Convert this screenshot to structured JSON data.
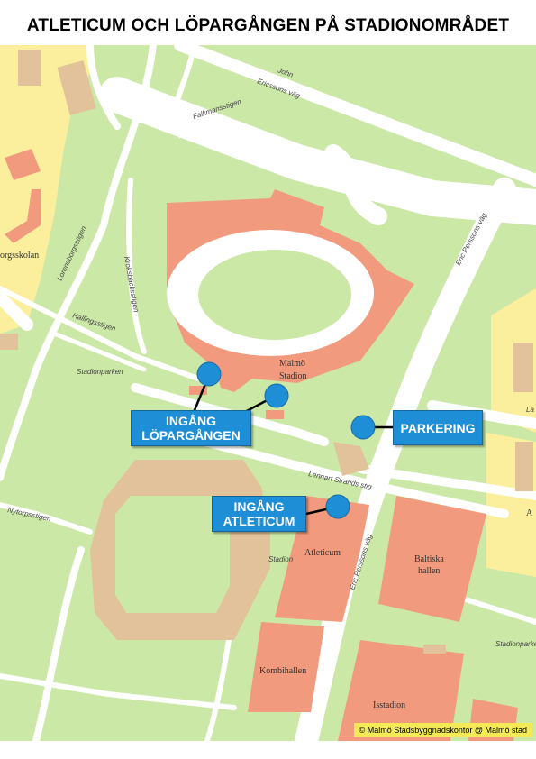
{
  "title": "ATLETICUM OCH LÖPARGÅNGEN PÅ STADIONOMRÅDET",
  "callouts": {
    "ingang_lopargangen": [
      "INGÅNG",
      "LÖPARGÅNGEN"
    ],
    "parkering": [
      "PARKERING"
    ],
    "ingang_atleticum": [
      "INGÅNG",
      "ATLETICUM"
    ]
  },
  "labels": {
    "john_ericssons_vag_1": "John",
    "john_ericssons_vag_2": "Ericssons väg",
    "falkmansstigen": "Falkmansstigen",
    "lorensborgsstigen": "Lorensborgsstigen",
    "kroksbackstigen": "Kroksbäcksstigen",
    "orgsskolan": "orgsskolan",
    "hallingsstigen": "Hallingsstigen",
    "stadionparken": "Stadionparken",
    "malmo_stadion_1": "Malmö",
    "malmo_stadion_2": "Stadion",
    "eric_perssons_vag_top": "Eric Perssons väg",
    "eric_perssons_vag_mid": "Eric Perssons väg",
    "lennart_strands_stig": "Lennart Strands stig",
    "nytorpsstigen": "Nytorpsstigen",
    "stadion": "Stadion",
    "atleticum": "Atleticum",
    "baltiska_hallen_1": "Baltiska",
    "baltiska_hallen_2": "hallen",
    "stadionparken_right": "Stadionparken",
    "kombihallen": "Kombihallen",
    "isstadion": "Isstadion",
    "la": "La",
    "a": "A"
  },
  "copyright": "© Malmö Stadsbyggnadskontor @ Malmö stad",
  "colors": {
    "park": "#cbe8a6",
    "road": "#ffffff",
    "building": "#f29a7e",
    "residential": "#fbef9d",
    "field": "#e2c29a",
    "marker": "#1e8fd6"
  }
}
